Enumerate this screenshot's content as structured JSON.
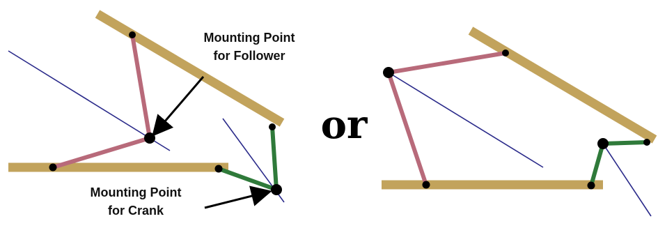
{
  "annotations": {
    "follower_line1": "Mounting Point",
    "follower_line2": "for Follower",
    "crank_line1": "Mounting Point",
    "crank_line2": "for Crank",
    "separator": "or"
  },
  "colors": {
    "ground_bar": "#c2a35c",
    "coupler_link": "#b86a7a",
    "crank_link": "#2f7a3a",
    "construction_line": "#2a2a8a",
    "pivot": "#000000",
    "arrow": "#000000"
  }
}
